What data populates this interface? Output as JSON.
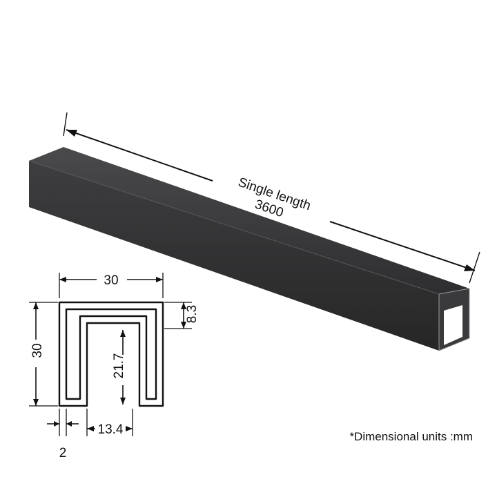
{
  "length": {
    "line1": "Single length",
    "line2": "3600"
  },
  "section": {
    "width_label": "30",
    "height_label": "30",
    "lip_label": "8.3",
    "inner_depth_label": "21.7",
    "slot_width_label": "13.4",
    "wall_label": "2"
  },
  "note": "*Dimensional units :mm",
  "colors": {
    "profile_dark": "#2b2b2c",
    "profile_face": "#3a3a3c",
    "ink": "#111111"
  }
}
